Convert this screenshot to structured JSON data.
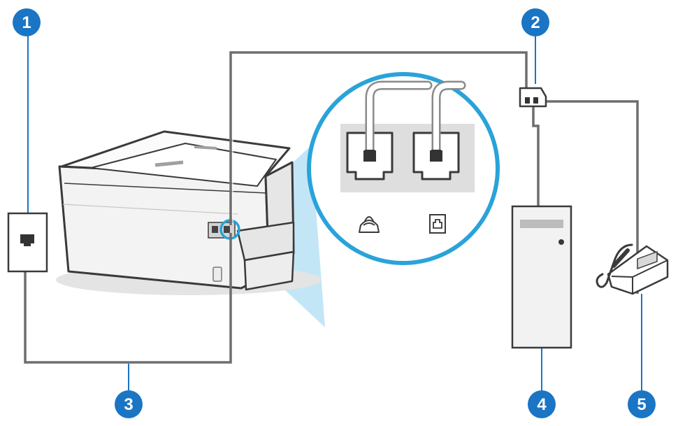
{
  "callouts": [
    {
      "id": "1",
      "label": "1"
    },
    {
      "id": "2",
      "label": "2"
    },
    {
      "id": "3",
      "label": "3"
    },
    {
      "id": "4",
      "label": "4"
    },
    {
      "id": "5",
      "label": "5"
    }
  ],
  "colors": {
    "callout_fill": "#1a75c4",
    "highlight": "#29a3d9",
    "zoom_tint": "#a8dcf2",
    "line": "#6e6e6e",
    "device_body": "#f2f2f2",
    "device_outline": "#3a3a3a"
  },
  "icons": [
    "phone-port-icon",
    "line-port-icon",
    "wall-jack-icon",
    "splitter-icon",
    "computer-tower-icon",
    "telephone-icon"
  ]
}
